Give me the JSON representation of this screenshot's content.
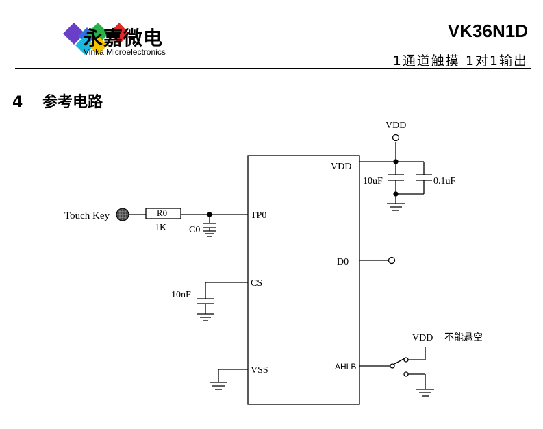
{
  "header": {
    "brand_cn": "永嘉微电",
    "brand_en": "Vinka Microelectronics",
    "part_number": "VK36N1D",
    "subtitle": "1通道触摸 1对1输出"
  },
  "section": {
    "number": "4",
    "title": "参考电路"
  },
  "schematic": {
    "chip_pins": {
      "vdd": "VDD",
      "tp0": "TP0",
      "cs": "CS",
      "vss": "VSS",
      "d0": "D0",
      "ahlb": "AHLB"
    },
    "touch_key": "Touch Key",
    "resistor": {
      "name": "R0",
      "value": "1K"
    },
    "c0": "C0",
    "cs_cap": "10nF",
    "supply": {
      "label": "VDD",
      "cap1": "10uF",
      "cap2": "0.1uF"
    },
    "ahlb_switch": {
      "vdd_label": "VDD",
      "note": "不能悬空"
    }
  },
  "colors": {
    "logo_purple": "#6a3fc8",
    "logo_blue": "#2f6fe0",
    "logo_red": "#e02a2a",
    "logo_green": "#27b34a",
    "logo_cyan": "#18b8e0",
    "logo_yellow": "#f5c400"
  }
}
